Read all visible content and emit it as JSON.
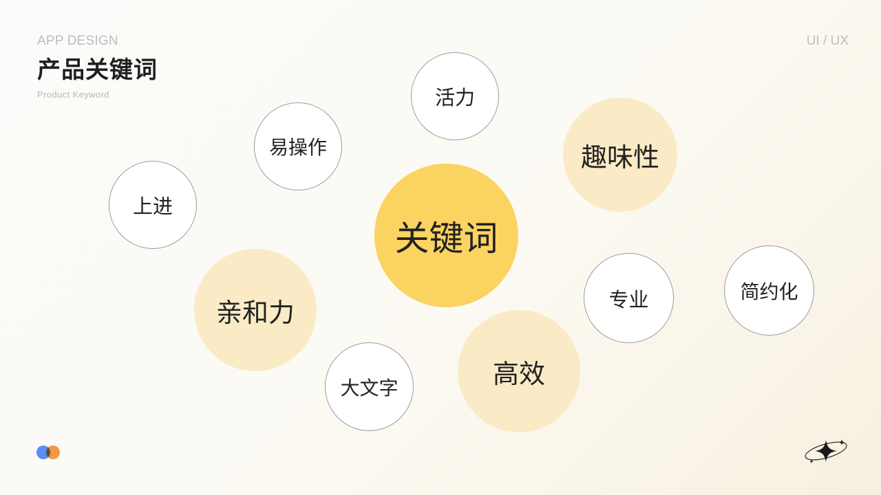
{
  "header": {
    "eyebrow": "APP DESIGN",
    "title": "产品关键词",
    "subtitle": "Product Keyword",
    "right_label": "UI / UX"
  },
  "keywords": {
    "center": "关键词",
    "huoli": "活力",
    "yicaozuo": "易操作",
    "quweixing": "趣味性",
    "shangjin": "上进",
    "qinheli": "亲和力",
    "zhuanye": "专业",
    "jianyuehua": "简约化",
    "dawenzi": "大文字",
    "gaoxiao": "高效"
  },
  "colors": {
    "accent": "#fbd361",
    "soft_fill": "#faebc6",
    "outline": "#9a9a9a",
    "dot_blue": "#5b8df5",
    "dot_orange": "#f59a45"
  },
  "icons": {
    "logo_dots": "two-overlapping-dots-icon",
    "sparkle": "four-point-star-orbit-icon"
  }
}
